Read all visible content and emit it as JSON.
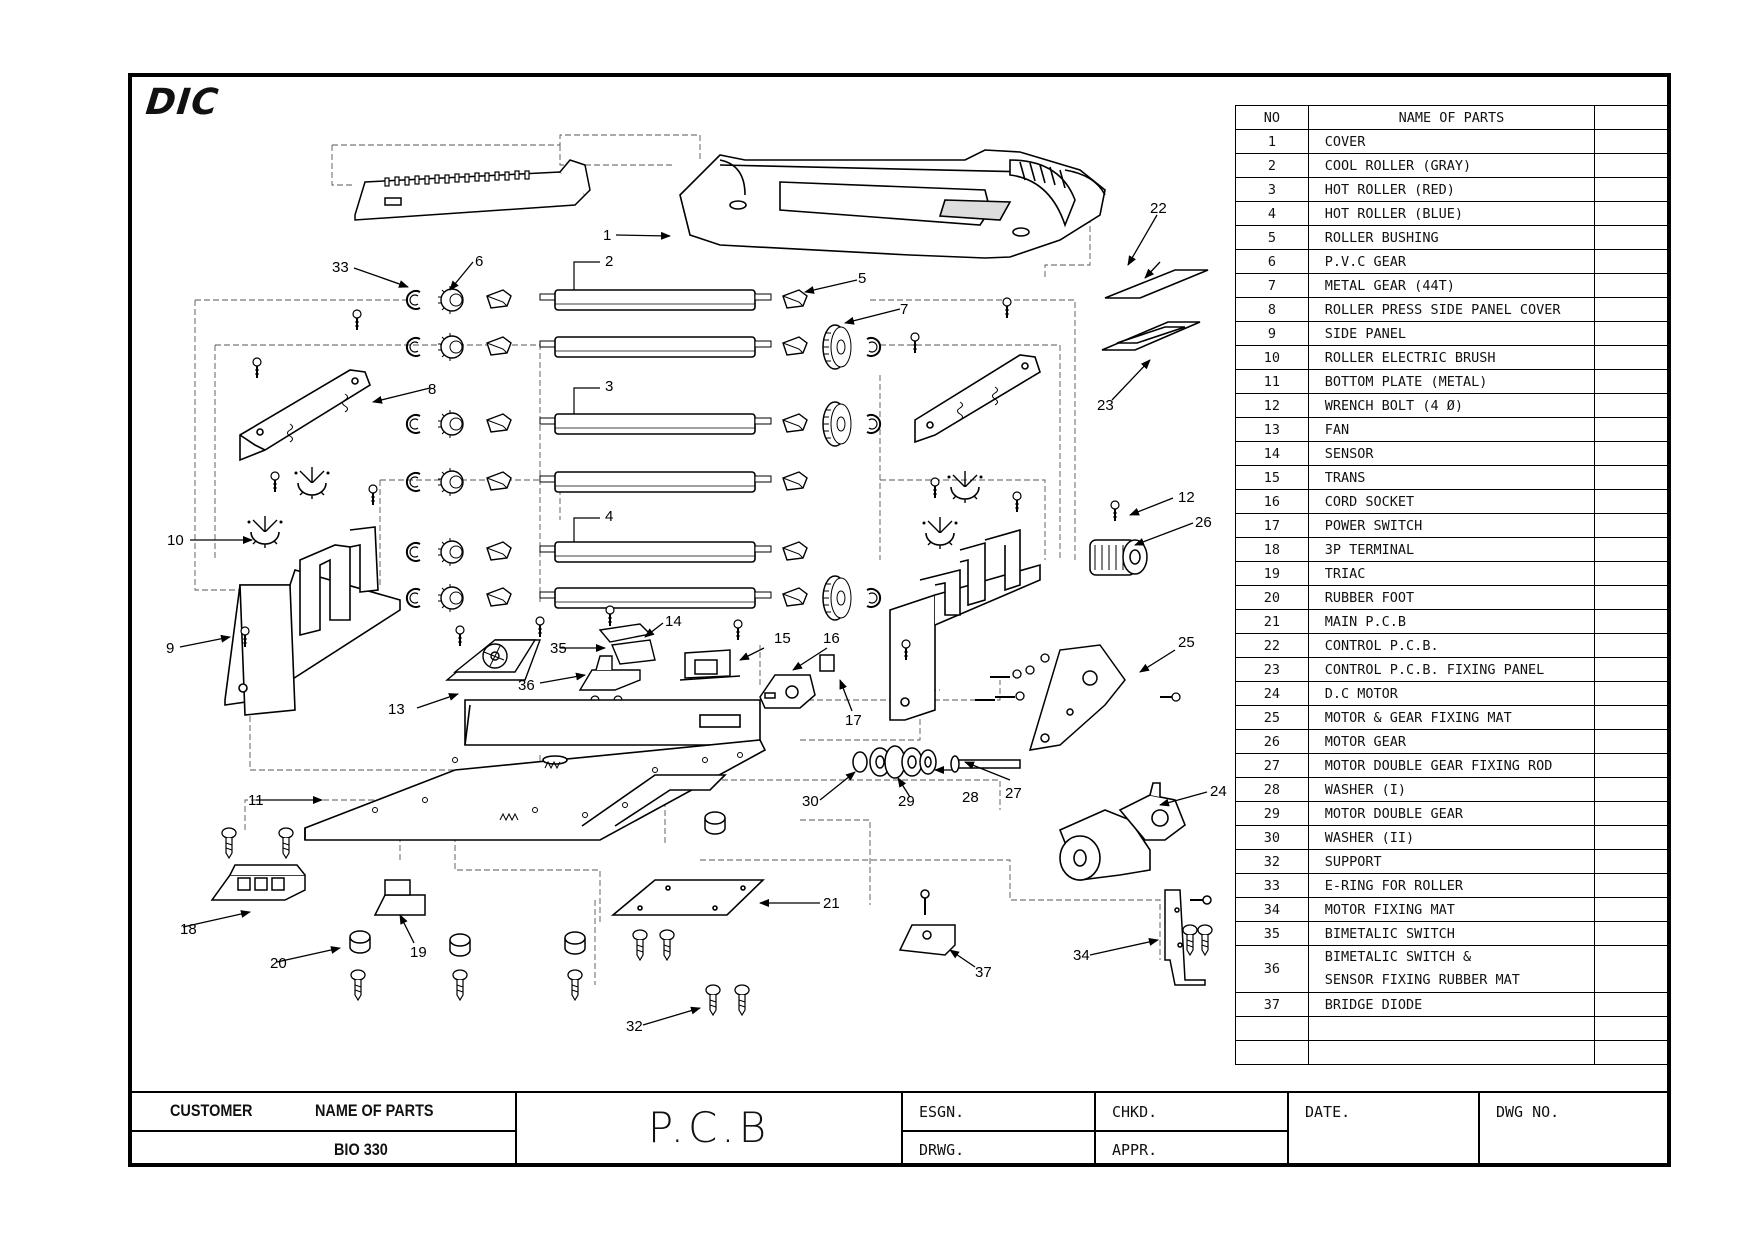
{
  "logo": "DIC",
  "parts_table": {
    "headers": {
      "no": "NO",
      "name": "NAME OF PARTS"
    },
    "rows": [
      {
        "no": "1",
        "name": "COVER"
      },
      {
        "no": "2",
        "name": "COOL ROLLER (GRAY)"
      },
      {
        "no": "3",
        "name": "HOT ROLLER (RED)"
      },
      {
        "no": "4",
        "name": "HOT ROLLER (BLUE)"
      },
      {
        "no": "5",
        "name": "ROLLER BUSHING"
      },
      {
        "no": "6",
        "name": "P.V.C GEAR"
      },
      {
        "no": "7",
        "name": "METAL GEAR (44T)"
      },
      {
        "no": "8",
        "name": "ROLLER PRESS SIDE PANEL COVER"
      },
      {
        "no": "9",
        "name": "SIDE PANEL"
      },
      {
        "no": "10",
        "name": "ROLLER ELECTRIC BRUSH"
      },
      {
        "no": "11",
        "name": "BOTTOM PLATE (METAL)"
      },
      {
        "no": "12",
        "name": "WRENCH BOLT (4 Ø)"
      },
      {
        "no": "13",
        "name": "FAN"
      },
      {
        "no": "14",
        "name": "SENSOR"
      },
      {
        "no": "15",
        "name": "TRANS"
      },
      {
        "no": "16",
        "name": "CORD SOCKET"
      },
      {
        "no": "17",
        "name": "POWER SWITCH"
      },
      {
        "no": "18",
        "name": "3P TERMINAL"
      },
      {
        "no": "19",
        "name": "TRIAC"
      },
      {
        "no": "20",
        "name": "RUBBER FOOT"
      },
      {
        "no": "21",
        "name": "MAIN P.C.B"
      },
      {
        "no": "22",
        "name": "CONTROL P.C.B."
      },
      {
        "no": "23",
        "name": "CONTROL P.C.B. FIXING PANEL"
      },
      {
        "no": "24",
        "name": "D.C MOTOR"
      },
      {
        "no": "25",
        "name": "MOTOR & GEAR FIXING MAT"
      },
      {
        "no": "26",
        "name": "MOTOR GEAR"
      },
      {
        "no": "27",
        "name": "MOTOR DOUBLE GEAR FIXING ROD"
      },
      {
        "no": "28",
        "name": "WASHER (I)"
      },
      {
        "no": "29",
        "name": "MOTOR DOUBLE GEAR"
      },
      {
        "no": "30",
        "name": "WASHER (II)"
      },
      {
        "no": "32",
        "name": "SUPPORT"
      },
      {
        "no": "33",
        "name": "E-RING FOR ROLLER"
      },
      {
        "no": "34",
        "name": "MOTOR FIXING MAT"
      },
      {
        "no": "35",
        "name": "BIMETALIC SWITCH"
      },
      {
        "no": "36",
        "name": "BIMETALIC SWITCH &",
        "name2": "SENSOR FIXING RUBBER MAT"
      },
      {
        "no": "37",
        "name": "BRIDGE DIODE"
      }
    ]
  },
  "title_block": {
    "customer_label": "CUSTOMER",
    "name_of_parts_label": "NAME OF PARTS",
    "model": "BIO 330",
    "part_name": "P.C.B",
    "esgn": "ESGN.",
    "chkd": "CHKD.",
    "date": "DATE.",
    "dwg_no": "DWG NO.",
    "drwg": "DRWG.",
    "appr": "APPR."
  },
  "callouts": [
    "1",
    "2",
    "3",
    "4",
    "5",
    "6",
    "7",
    "8",
    "9",
    "10",
    "11",
    "12",
    "13",
    "14",
    "15",
    "16",
    "17",
    "18",
    "19",
    "20",
    "21",
    "22",
    "23",
    "24",
    "25",
    "26",
    "27",
    "28",
    "29",
    "30",
    "32",
    "33",
    "34",
    "35",
    "36",
    "37"
  ]
}
